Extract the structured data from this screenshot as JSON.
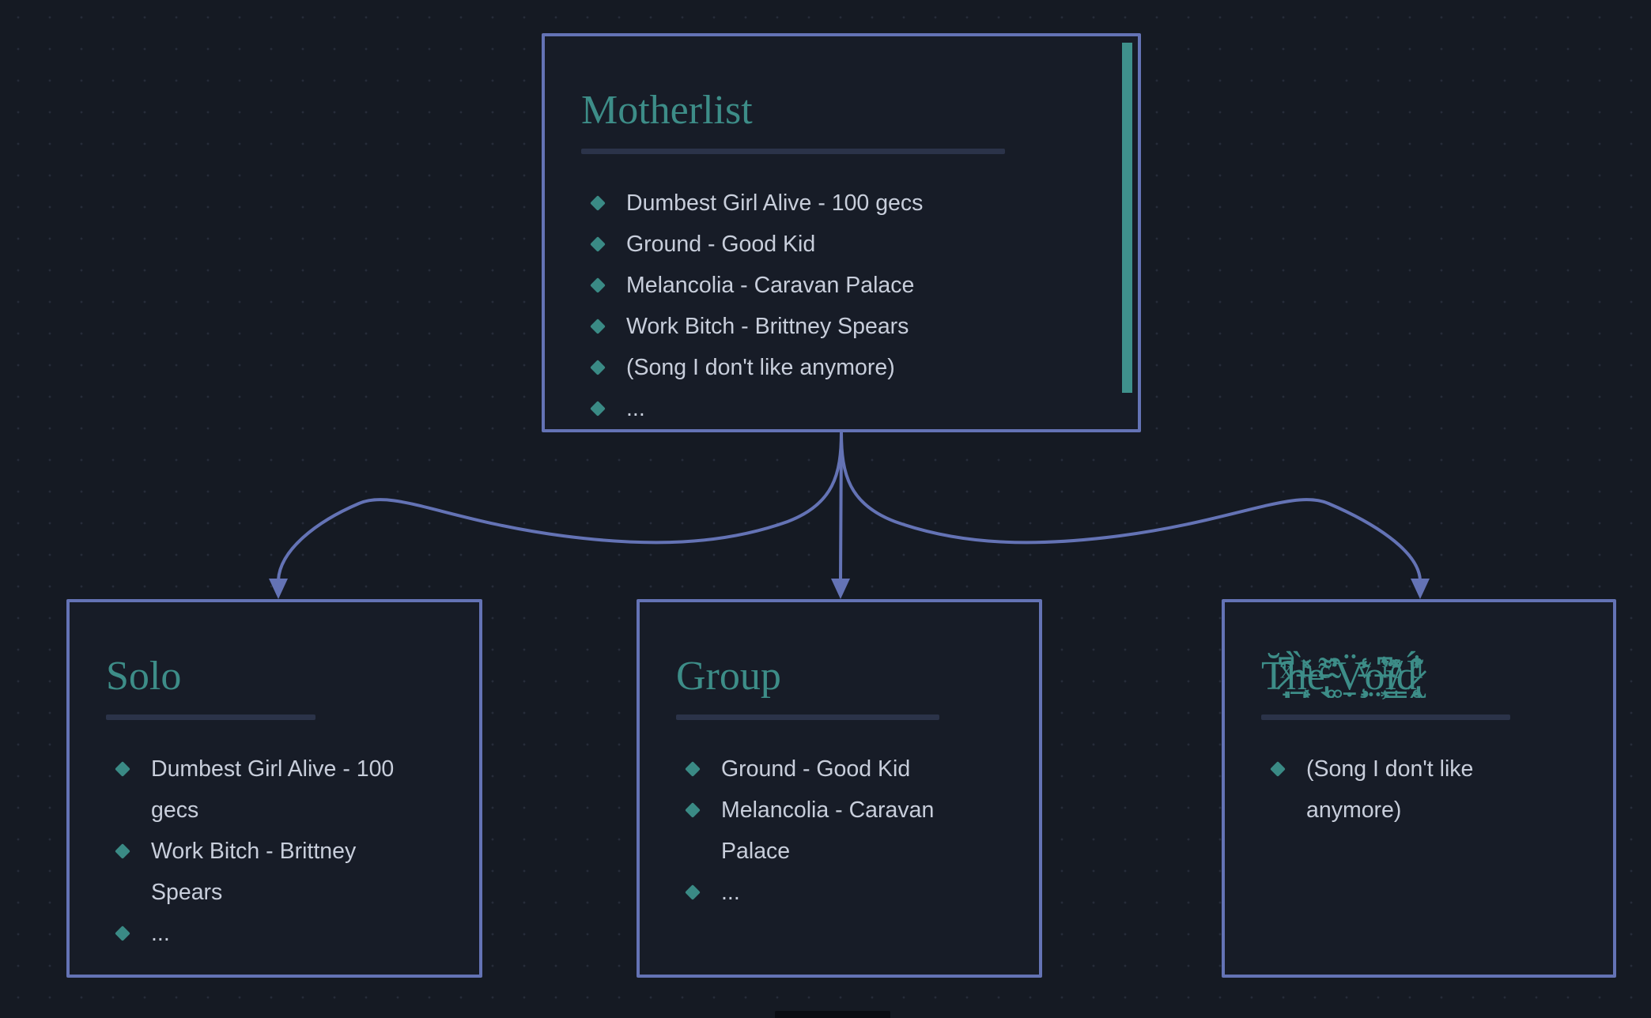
{
  "nodes": {
    "motherlist": {
      "title": "Motherlist",
      "items": [
        "Dumbest Girl Alive - 100 gecs",
        "Ground - Good Kid",
        "Melancolia - Caravan Palace",
        "Work Bitch - Brittney Spears",
        "(Song I don't like anymore)",
        "..."
      ]
    },
    "solo": {
      "title": "Solo",
      "items": [
        "Dumbest Girl Alive - 100 gecs",
        "Work Bitch - Brittney Spears",
        "..."
      ]
    },
    "group": {
      "title": "Group",
      "items": [
        "Ground - Good Kid",
        "Melancolia - Caravan Palace",
        "..."
      ]
    },
    "void": {
      "title": "T̷̩̘̑̆ͯ͆h̶̜̠̙̹̏͑ͪ̽e̵̢̖̍͌ͨ ̴͚̓͒V̵̧̟̣̱̈̾ͮ͊o̶̤̦͙̔͆͛ͥi̸͎͇̊̒ͦ̽d̷̢̯̘̥̭́͋ͩ͒",
      "title_plain": "The Void",
      "items": [
        "(Song I don't like anymore)"
      ]
    }
  },
  "edges": [
    {
      "from": "motherlist",
      "to": "solo"
    },
    {
      "from": "motherlist",
      "to": "group"
    },
    {
      "from": "motherlist",
      "to": "void"
    }
  ],
  "icons": {
    "bullet": "diamond-icon",
    "arrow": "arrowhead-down-icon"
  },
  "colors": {
    "background": "#151a23",
    "card_background": "#171c27",
    "card_border": "#6473b5",
    "edge": "#6473b5",
    "title_accent": "#3d8d88",
    "bullet_accent": "#3a8a85",
    "body_text": "#c8cedb",
    "title_rule": "#2b3349",
    "scrollbar": "#3f918c"
  }
}
